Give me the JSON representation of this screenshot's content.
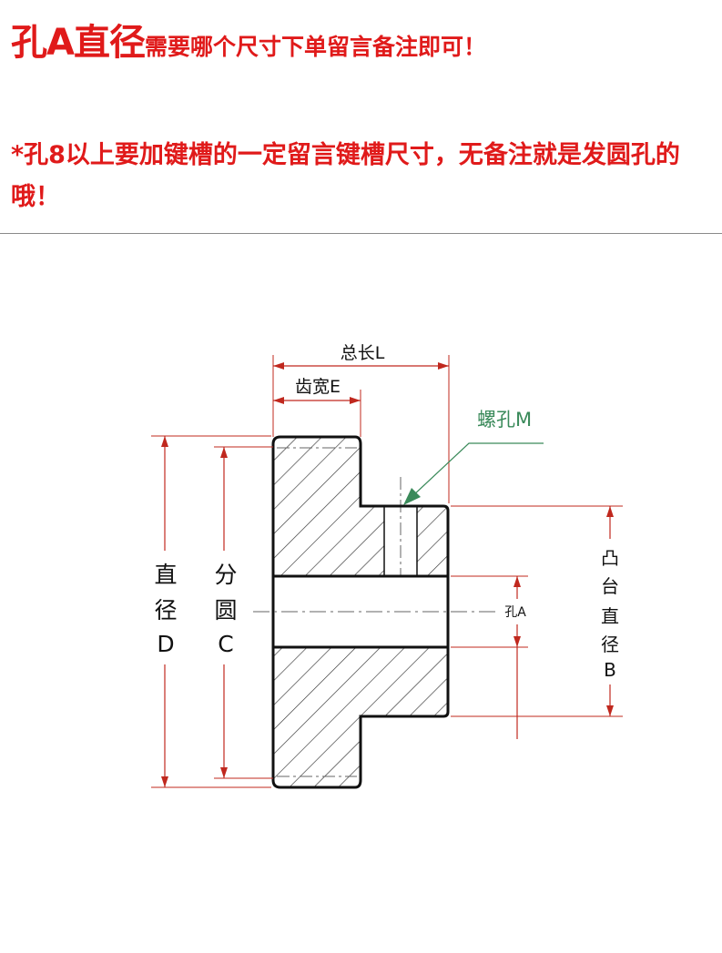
{
  "notice": {
    "line1_big": "孔A直径",
    "line1_small": "需要哪个尺寸下单留言备注即可！",
    "line2": "*孔8以上要加键槽的一定留言键槽尺寸，无备注就是发圆孔的哦！"
  },
  "labels": {
    "total_length": "总长L",
    "tooth_width": "齿宽E",
    "screw_hole": "螺孔M",
    "hole_a": "孔A",
    "outer_diameter": {
      "line1": "直",
      "line2": "径",
      "line3": "D"
    },
    "pitch_diameter": {
      "line1": "分",
      "line2": "圆",
      "line3": "C"
    },
    "boss_diameter": {
      "line1": "凸",
      "line2": "台",
      "line3": "直",
      "line4": "径",
      "line5": "B"
    }
  },
  "colors": {
    "notice_red": "#e01a1a",
    "dimension_red": "#c0281e",
    "leader_green": "#3a8a5a",
    "outline": "#111111"
  }
}
